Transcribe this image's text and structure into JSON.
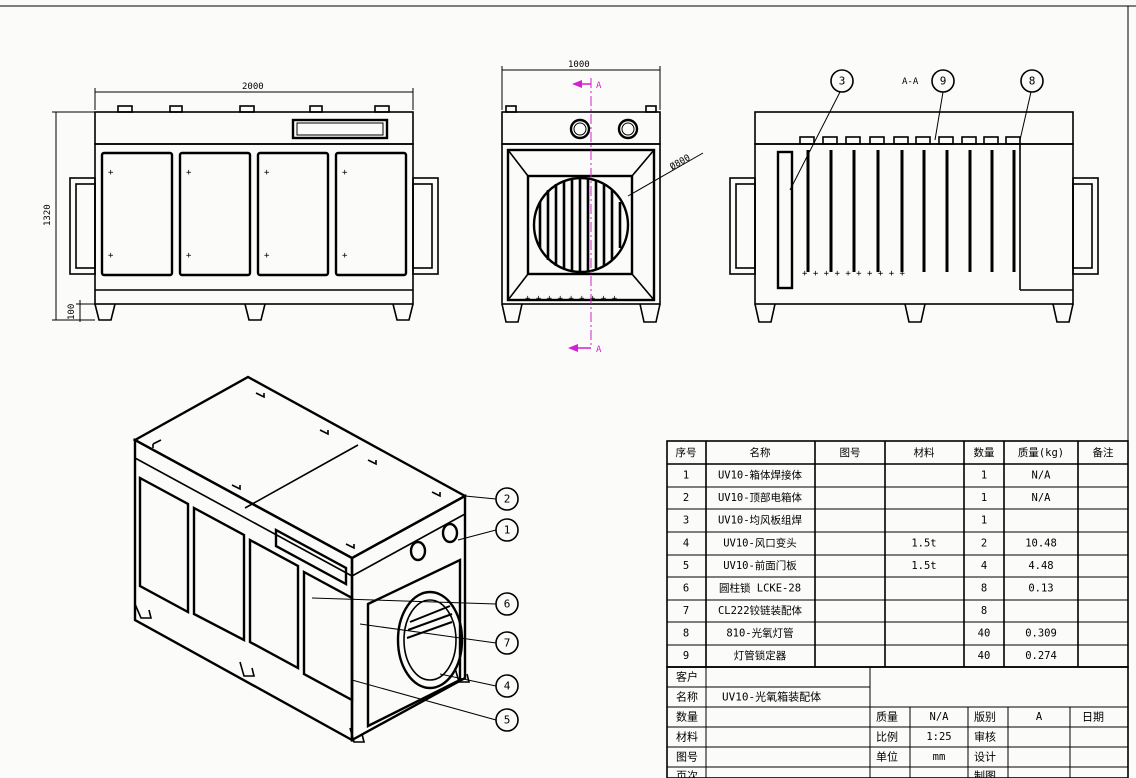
{
  "dimensions": {
    "width": "2000",
    "height": "1320",
    "feet": "100",
    "side_width": "1000",
    "duct_dia": "Ø800"
  },
  "section": {
    "label_top": "A",
    "label_bottom": "A",
    "title": "A-A"
  },
  "balloons": {
    "b3": "3",
    "b9": "9",
    "b8": "8",
    "b2": "2",
    "b1": "1",
    "b6": "6",
    "b7": "7",
    "b4": "4",
    "b5": "5"
  },
  "bom": {
    "headers": [
      "序号",
      "名称",
      "图号",
      "材料",
      "数量",
      "质量(kg)",
      "备注"
    ],
    "rows": [
      [
        "1",
        "UV10-箱体焊接体",
        "",
        "",
        "1",
        "N/A",
        ""
      ],
      [
        "2",
        "UV10-顶部电箱体",
        "",
        "",
        "1",
        "N/A",
        ""
      ],
      [
        "3",
        "UV10-均风板组焊",
        "",
        "",
        "1",
        "",
        ""
      ],
      [
        "4",
        "UV10-风口变头",
        "",
        "1.5t",
        "2",
        "10.48",
        ""
      ],
      [
        "5",
        "UV10-前面门板",
        "",
        "1.5t",
        "4",
        "4.48",
        ""
      ],
      [
        "6",
        "圆柱锁 LCKE-28",
        "",
        "",
        "8",
        "0.13",
        ""
      ],
      [
        "7",
        "CL222铰链装配体",
        "",
        "",
        "8",
        "",
        ""
      ],
      [
        "8",
        "810-光氧灯管",
        "",
        "",
        "40",
        "0.309",
        ""
      ],
      [
        "9",
        "灯管锁定器",
        "",
        "",
        "40",
        "0.274",
        ""
      ]
    ]
  },
  "title_block": {
    "customer_label": "客户",
    "name_label": "名称",
    "name_value": "UV10-光氧箱装配体",
    "qty_label": "数量",
    "material_label": "材料",
    "drawing_no_label": "图号",
    "page_label": "页次",
    "mass_label": "质量",
    "mass_value": "N/A",
    "scale_label": "比例",
    "scale_value": "1:25",
    "unit_label": "单位",
    "unit_value": "mm",
    "version_label": "版别",
    "version_value": "A",
    "date_label": "日期",
    "review_label": "审核",
    "design_label": "设计",
    "drawn_label": "制图"
  }
}
